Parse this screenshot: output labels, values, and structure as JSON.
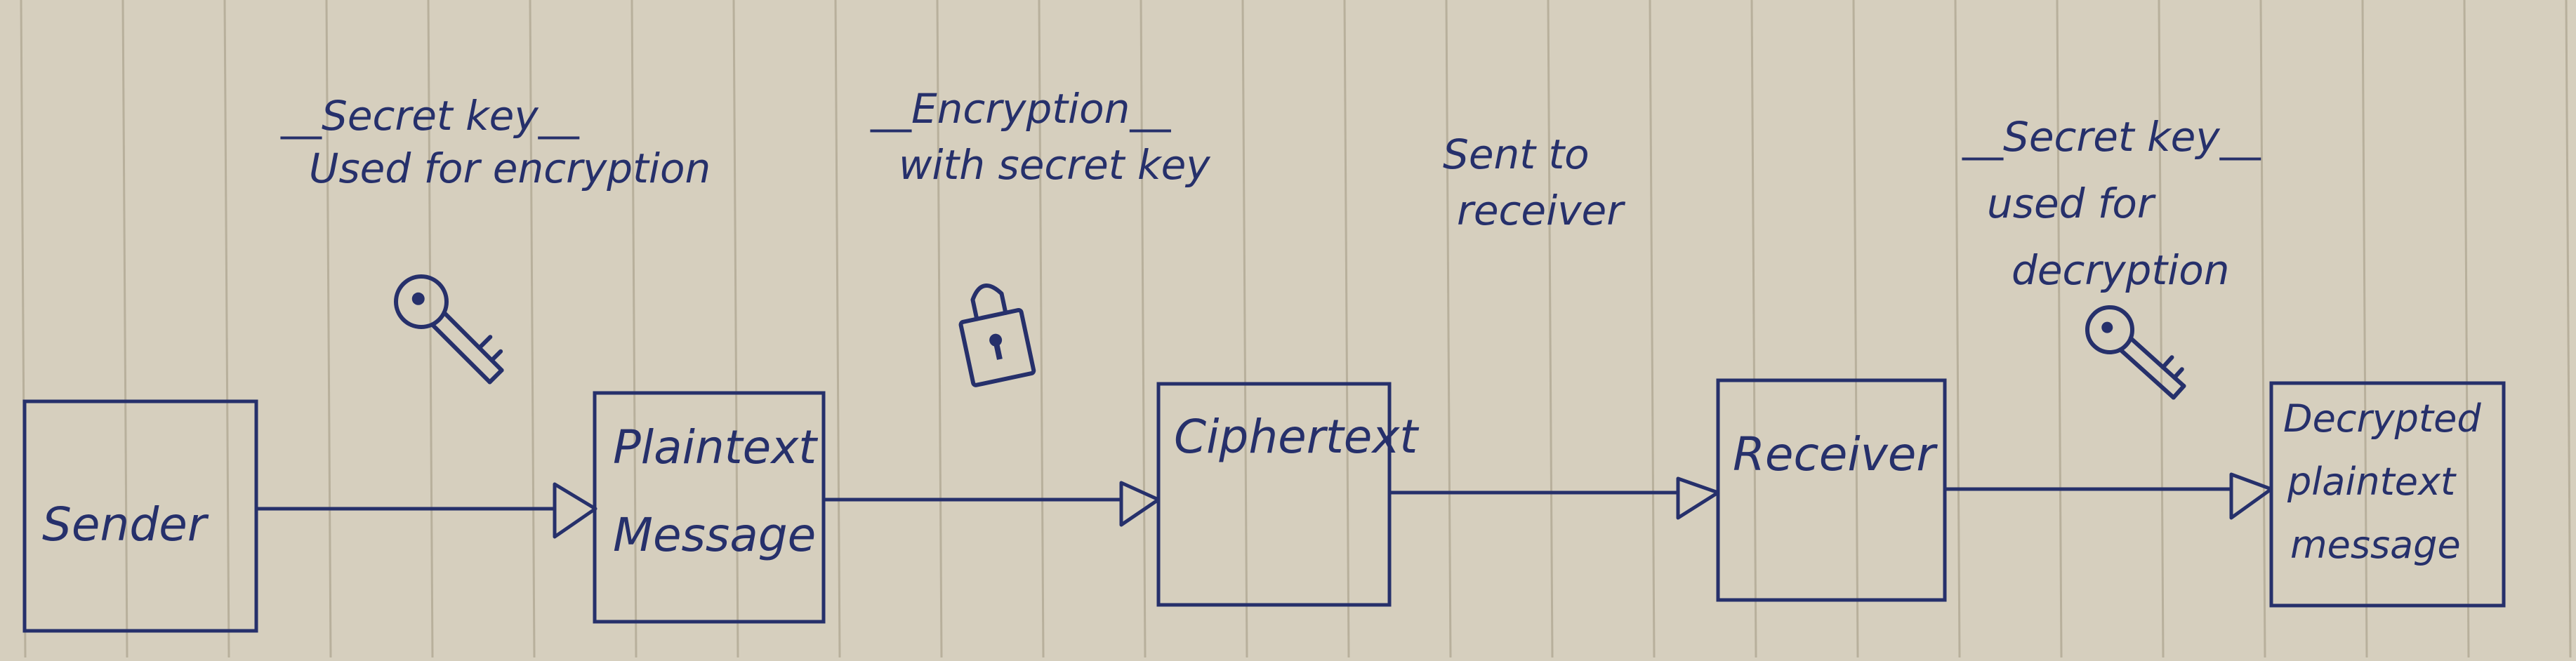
{
  "diagram": {
    "nodes": [
      {
        "id": "sender",
        "lines": [
          "Sender"
        ]
      },
      {
        "id": "plaintext",
        "lines": [
          "Plaintext",
          "Message"
        ]
      },
      {
        "id": "ciphertext",
        "lines": [
          "Ciphertext"
        ]
      },
      {
        "id": "receiver",
        "lines": [
          "Receiver"
        ]
      },
      {
        "id": "decrypted",
        "lines": [
          "Decrypted",
          "plaintext",
          "message"
        ]
      }
    ],
    "edges": [
      {
        "from": "sender",
        "to": "plaintext"
      },
      {
        "from": "plaintext",
        "to": "ciphertext"
      },
      {
        "from": "ciphertext",
        "to": "receiver"
      },
      {
        "from": "receiver",
        "to": "decrypted"
      }
    ],
    "annotations": {
      "secret_key_encrypt": [
        "__Secret key__",
        "Used for encryption"
      ],
      "encryption": [
        "__Encryption__",
        "with secret key"
      ],
      "sent": [
        "Sent to",
        "receiver"
      ],
      "secret_key_decrypt": [
        "__Secret key__",
        "used for",
        "decryption"
      ]
    },
    "icons": [
      "key-icon",
      "lock-icon",
      "key-icon"
    ]
  },
  "colors": {
    "ink": "#26306b",
    "paper": "#d6cfbe",
    "rule_line": "#b8b09c"
  }
}
